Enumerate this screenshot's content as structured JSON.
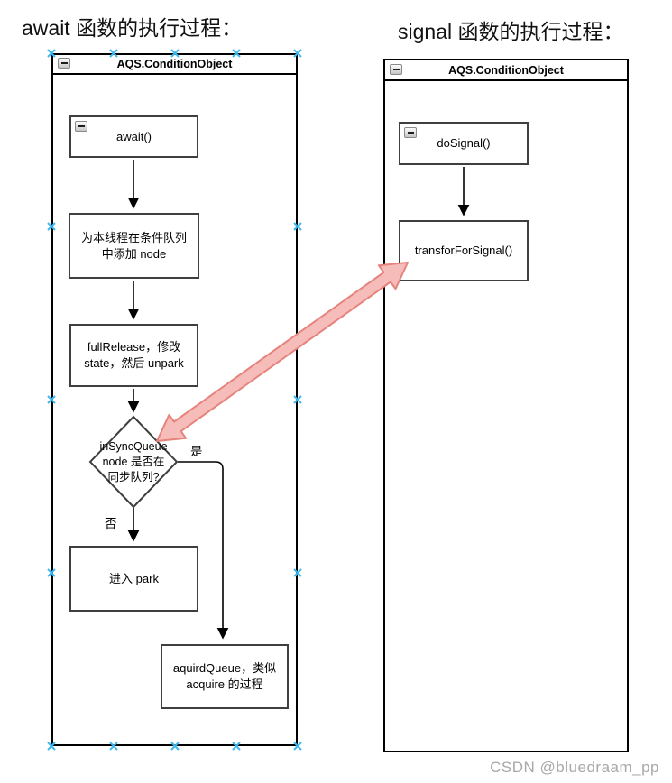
{
  "page": {
    "title_left": "await 函数的执行过程：",
    "title_right": "signal 函数的执行过程：",
    "watermark": "CSDN @bluedraam_pp"
  },
  "icons": {
    "collapse_minus": "−",
    "selection_handle": "×"
  },
  "left_diagram": {
    "header": "AQS.ConditionObject",
    "await_box": "await()",
    "add_node_box": {
      "line1": "为本线程在条件队列",
      "line2": "中添加 node"
    },
    "full_release_box": {
      "line1": "fullRelease，修改",
      "line2": "state，然后 unpark"
    },
    "decision": {
      "line1": "inSyncQueue",
      "line2": "node 是否在",
      "line3": "同步队列?",
      "yes": "是",
      "no": "否"
    },
    "park_box": "进入 park",
    "acquire_box": {
      "line1": "aquirdQueue，类似",
      "line2": "acquire 的过程"
    }
  },
  "right_diagram": {
    "header": "AQS.ConditionObject",
    "do_signal_box": "doSignal()",
    "transfer_box": "transforForSignal()"
  },
  "colors": {
    "container_stroke": "#000000",
    "shape_stroke": "#3f3f3f",
    "connector": "#000000",
    "link_arrow_fill": "#f6bcb9",
    "link_arrow_stroke": "#e5837c",
    "handle": "#3db9f0",
    "watermark": "#a8a8a8"
  }
}
